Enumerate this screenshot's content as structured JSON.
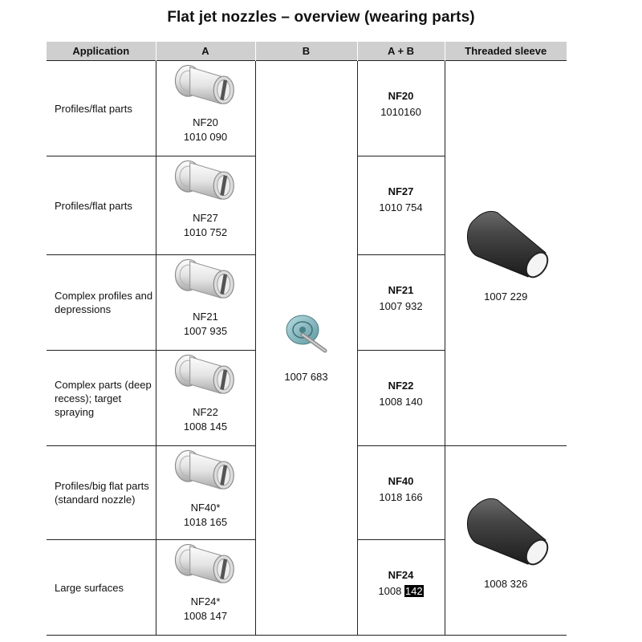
{
  "title": "Flat jet nozzles – overview (wearing parts)",
  "headers": {
    "application": "Application",
    "a": "A",
    "b": "B",
    "ab": "A + B",
    "sleeve": "Threaded sleeve"
  },
  "rows": [
    {
      "application": "Profiles/flat parts",
      "a_code": "NF20",
      "a_num": "1010 090",
      "ab_code": "NF20",
      "ab_num": "1010160"
    },
    {
      "application": "Profiles/flat parts",
      "a_code": "NF27",
      "a_num": "1010 752",
      "ab_code": "NF27",
      "ab_num": "1010 754"
    },
    {
      "application": "Complex profiles and depressions",
      "a_code": "NF21",
      "a_num": "1007 935",
      "ab_code": "NF21",
      "ab_num": "1007 932"
    },
    {
      "application": "Complex parts (deep recess); target spraying",
      "a_code": "NF22",
      "a_num": "1008 145",
      "ab_code": "NF22",
      "ab_num": "1008 140"
    },
    {
      "application": "Profiles/big flat parts (standard nozzle)",
      "a_code": "NF40*",
      "a_num": "1018 165",
      "ab_code": "NF40",
      "ab_num": "1018 166"
    },
    {
      "application": "Large surfaces",
      "a_code": "NF24*",
      "a_num": "1008 147",
      "ab_code": "NF24",
      "ab_num_prefix": "1008",
      "ab_num_highlight": "142"
    }
  ],
  "b_part": "1007 683",
  "sleeves": [
    "1007 229",
    "1008 326"
  ],
  "colors": {
    "header_bg": "#cfcfcf",
    "b_part": "#7fb0b8",
    "sleeve": "#3a3a3a",
    "highlight": "#000000"
  }
}
